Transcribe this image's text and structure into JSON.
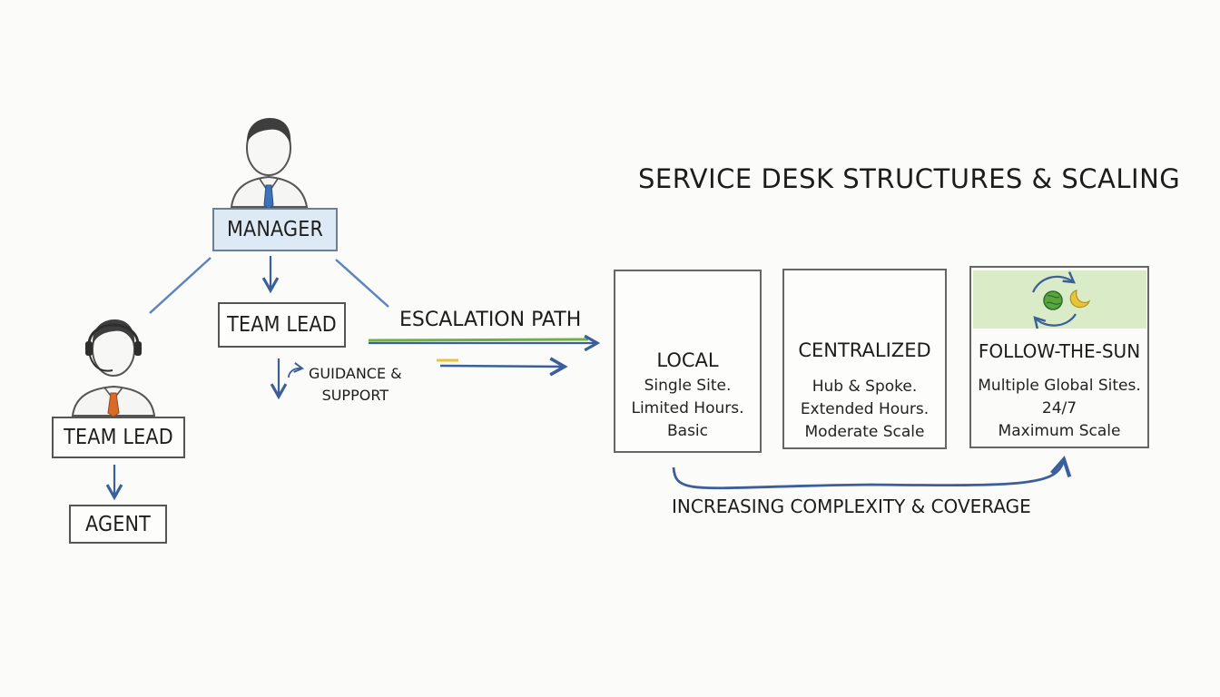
{
  "title": "SERVICE DESK STRUCTURES & SCALING",
  "org": {
    "manager": "MANAGER",
    "team_lead_center": "TEAM LEAD",
    "team_lead_left": "TEAM LEAD",
    "agent": "AGENT"
  },
  "annotations": {
    "escalation": "ESCALATION PATH",
    "guidance_line1": "GUIDANCE &",
    "guidance_line2": "SUPPORT",
    "scale": "INCREASING COMPLEXITY & COVERAGE"
  },
  "structures": [
    {
      "name": "LOCAL",
      "lines": [
        "Single Site.",
        "Limited Hours.",
        "Basic"
      ],
      "icon": "building-icon"
    },
    {
      "name": "CENTRALIZED",
      "lines": [
        "Hub & Spoke.",
        "Extended Hours.",
        "Moderate Scale"
      ],
      "icon": "hub-building-icon"
    },
    {
      "name": "FOLLOW-THE-SUN",
      "lines": [
        "Multiple Global Sites.",
        "24/7",
        "Maximum Scale"
      ],
      "icon": "globe-cycle-icon"
    }
  ],
  "colors": {
    "arrow_blue": "#3b5f9a",
    "escalation_green": "#6db33f",
    "manager_fill": "#dde9f4",
    "tie_blue": "#3c73b8",
    "tie_orange": "#d86a2a",
    "moon_yellow": "#e8c43a",
    "tree_green": "#5aa63e"
  }
}
